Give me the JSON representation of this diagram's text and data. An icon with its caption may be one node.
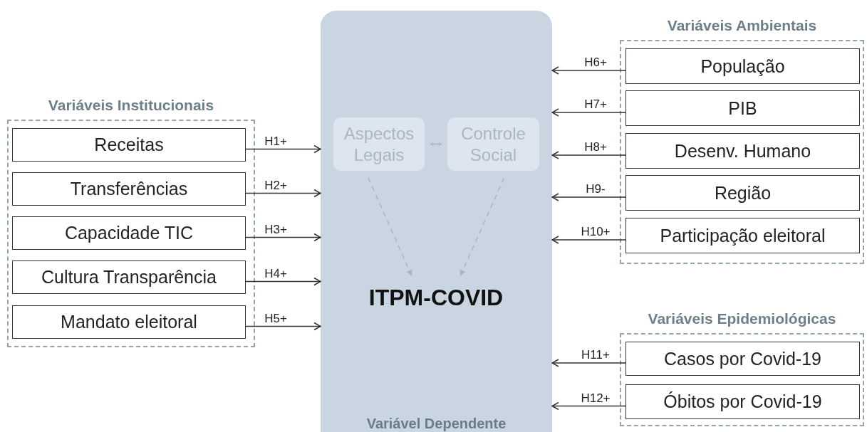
{
  "diagram": {
    "nodes": [
      {
        "text": [
          "Variáveis Institucionais"
        ]
      },
      {
        "text": [
          "Receitas"
        ],
        "in": 0
      },
      {
        "text": [
          "Transferências"
        ],
        "in": 0
      },
      {
        "text": [
          "Capacidade TIC"
        ],
        "in": 0
      },
      {
        "text": [
          "Cultura Transparência"
        ],
        "in": 0
      },
      {
        "text": [
          "Mandato eleitoral"
        ],
        "in": 0
      },
      {
        "text": [
          "Variável Dependente"
        ]
      },
      {
        "text": [
          "Aspectos Legais"
        ],
        "in": 6
      },
      {
        "text": [
          "Controle Social"
        ],
        "in": 6
      },
      {
        "text": [
          "ITPM-COVID"
        ],
        "in": 6
      },
      {
        "text": [
          "Variáveis Ambientais"
        ]
      },
      {
        "text": [
          "População"
        ],
        "in": 10
      },
      {
        "text": [
          "PIB"
        ],
        "in": 10
      },
      {
        "text": [
          "Desenv. Humano"
        ],
        "in": 10
      },
      {
        "text": [
          "Região"
        ],
        "in": 10
      },
      {
        "text": [
          "Participação eleitoral"
        ],
        "in": 10
      },
      {
        "text": [
          "Variáveis Epidemiológicas"
        ]
      },
      {
        "text": [
          "Casos por Covid-19"
        ],
        "in": 16
      },
      {
        "text": [
          "Óbitos por Covid-19"
        ],
        "in": 16
      }
    ],
    "edges": [
      {
        "from": 1,
        "to": 6,
        "arrow": "to",
        "label": "H1+"
      },
      {
        "from": 2,
        "to": 6,
        "arrow": "to",
        "label": "H2+"
      },
      {
        "from": 3,
        "to": 6,
        "arrow": "to",
        "label": "H3+"
      },
      {
        "from": 4,
        "to": 6,
        "arrow": "to",
        "label": "H4+"
      },
      {
        "from": 5,
        "to": 6,
        "arrow": "to",
        "label": "H5+"
      },
      {
        "from": 11,
        "to": 6,
        "arrow": "to",
        "label": "H6+"
      },
      {
        "from": 12,
        "to": 6,
        "arrow": "to",
        "label": "H7+"
      },
      {
        "from": 13,
        "to": 6,
        "arrow": "to",
        "label": "H8+"
      },
      {
        "from": 14,
        "to": 6,
        "arrow": "to",
        "label": "H9-"
      },
      {
        "from": 15,
        "to": 6,
        "arrow": "to",
        "label": "H10+"
      },
      {
        "from": 17,
        "to": 6,
        "arrow": "to",
        "label": "H11+"
      },
      {
        "from": 18,
        "to": 6,
        "arrow": "to",
        "label": "H12+"
      },
      {
        "from": 7,
        "to": 8,
        "arrow": "both",
        "color": "#a9b6c1"
      },
      {
        "from": 7,
        "to": 9,
        "arrow": "to",
        "style": "dashed",
        "color": "#a9b6c1"
      },
      {
        "from": 8,
        "to": 9,
        "arrow": "to",
        "style": "dashed",
        "color": "#a9b6c1"
      }
    ]
  }
}
